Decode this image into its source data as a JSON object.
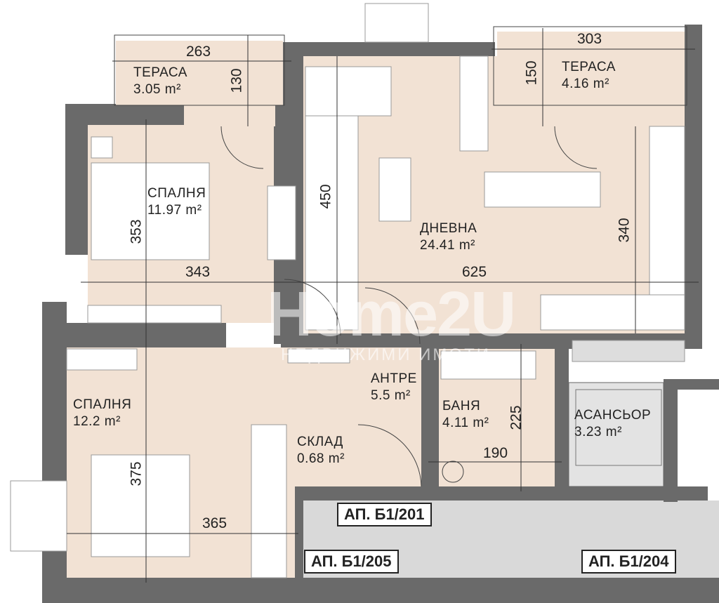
{
  "colors": {
    "room": "#f2e2d4",
    "wall": "#6a6a6a",
    "corridor": "#d9d9d9",
    "elevator": "#e3e3e3"
  },
  "watermark": {
    "brand": "Home2U",
    "subtitle": "НЕДВИЖИМИ ИМОТИ"
  },
  "rooms": [
    {
      "name": "ТЕРАСА",
      "area": "3.05 m²"
    },
    {
      "name": "ТЕРАСА",
      "area": "4.16 m²"
    },
    {
      "name": "СПАЛНЯ",
      "area": "11.97 m²"
    },
    {
      "name": "ДНЕВНА",
      "area": "24.41 m²"
    },
    {
      "name": "СПАЛНЯ",
      "area": "12.2 m²"
    },
    {
      "name": "АНТРЕ",
      "area": "5.5 m²"
    },
    {
      "name": "БАНЯ",
      "area": "4.11 m²"
    },
    {
      "name": "СКЛАД",
      "area": "0.68 m²"
    },
    {
      "name": "АСАНСЬОР",
      "area": "3.23 m²"
    }
  ],
  "dimensions": [
    "263",
    "130",
    "303",
    "150",
    "353",
    "343",
    "450",
    "625",
    "340",
    "375",
    "365",
    "225",
    "190"
  ],
  "apartment_tags": [
    "АП. Б1/201",
    "АП. Б1/205",
    "АП. Б1/204"
  ]
}
